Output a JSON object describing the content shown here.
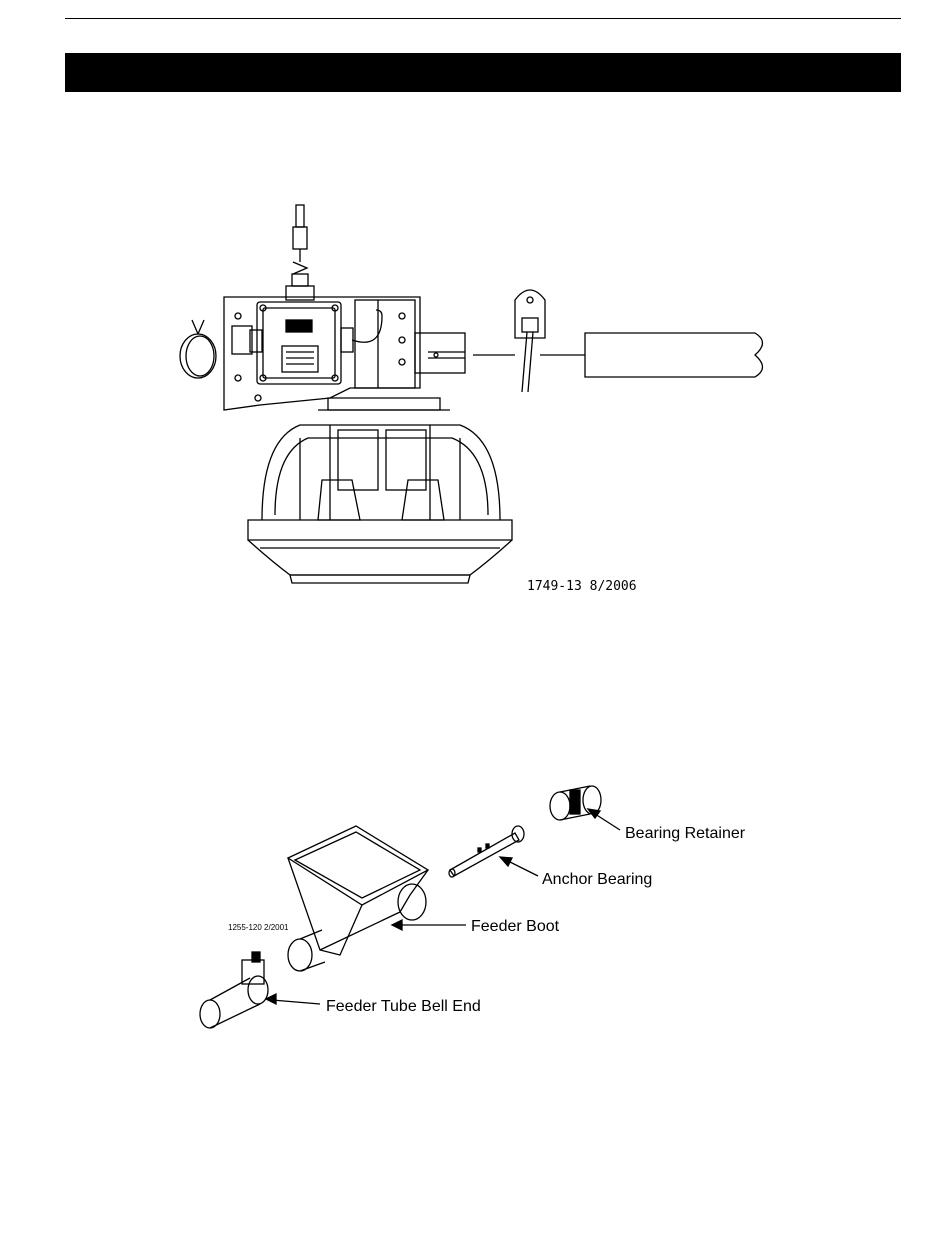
{
  "figure1": {
    "drawing_code": "1749-13   8/2006"
  },
  "figure2": {
    "drawing_code": "1255-120 2/2001",
    "callouts": {
      "bearing_retainer": "Bearing Retainer",
      "anchor_bearing": "Anchor Bearing",
      "feeder_boot": "Feeder Boot",
      "feeder_tube_bell_end": "Feeder Tube Bell End"
    }
  }
}
